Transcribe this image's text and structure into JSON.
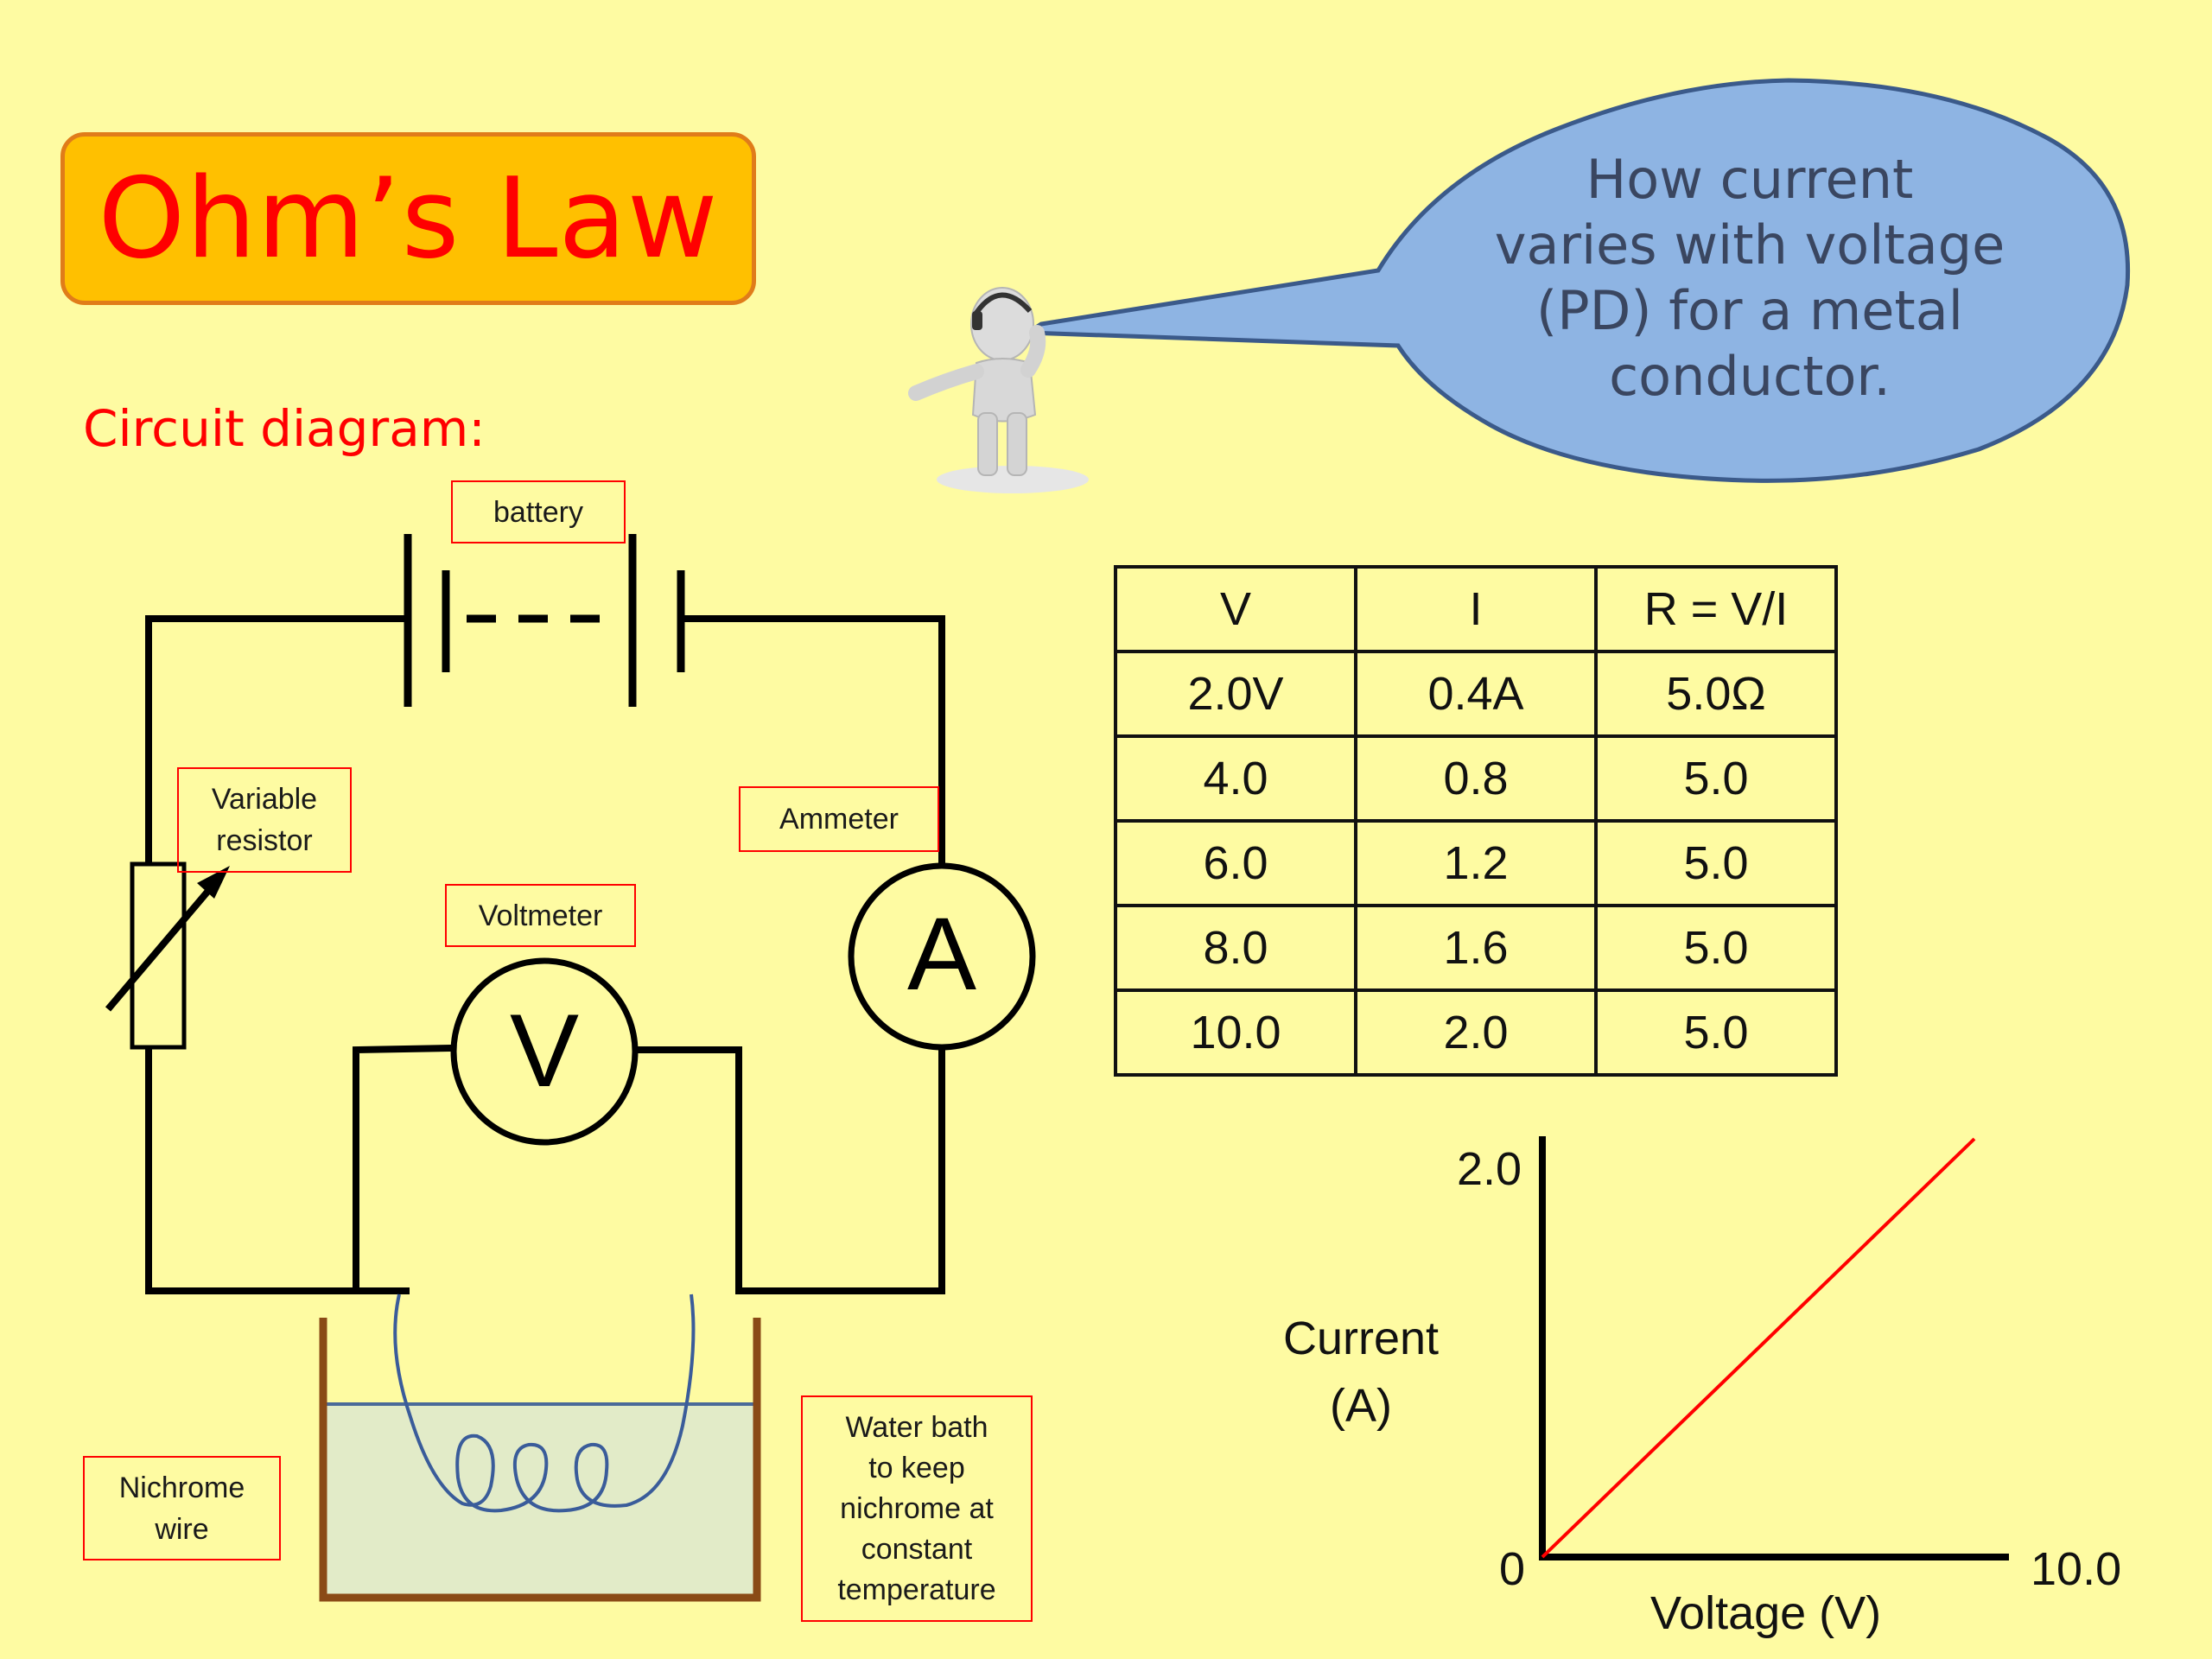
{
  "slide": {
    "title": "Ohm’s Law",
    "subtitle": "Circuit diagram:",
    "speech_bubble": "How current\nvaries with voltage\n(PD) for a metal\nconductor."
  },
  "circuit": {
    "labels": {
      "battery": "battery",
      "variable_resistor": "Variable\nresistor",
      "ammeter": "Ammeter",
      "voltmeter": "Voltmeter",
      "nichrome_wire": "Nichrome\nwire",
      "water_bath": "Water bath\nto keep\nnichrome at\nconstant\ntemperature"
    },
    "symbols": {
      "ammeter": "A",
      "voltmeter": "V"
    }
  },
  "table": {
    "headers": [
      "V",
      "I",
      "R = V/I"
    ],
    "rows": [
      [
        "2.0V",
        "0.4A",
        "5.0Ω"
      ],
      [
        "4.0",
        "0.8",
        "5.0"
      ],
      [
        "6.0",
        "1.2",
        "5.0"
      ],
      [
        "8.0",
        "1.6",
        "5.0"
      ],
      [
        "10.0",
        "2.0",
        "5.0"
      ]
    ]
  },
  "chart_data": {
    "type": "line",
    "title": "",
    "xlabel": "Voltage (V)",
    "ylabel": "Current\n(A)",
    "xlim": [
      0,
      10.0
    ],
    "ylim": [
      0,
      2.0
    ],
    "x_tick_labels": [
      "0",
      "10.0"
    ],
    "y_tick_labels": [
      "2.0"
    ],
    "series": [
      {
        "color": "#ff0000",
        "x": [
          0,
          10.0
        ],
        "y": [
          0,
          2.0
        ]
      }
    ],
    "grid": false
  }
}
